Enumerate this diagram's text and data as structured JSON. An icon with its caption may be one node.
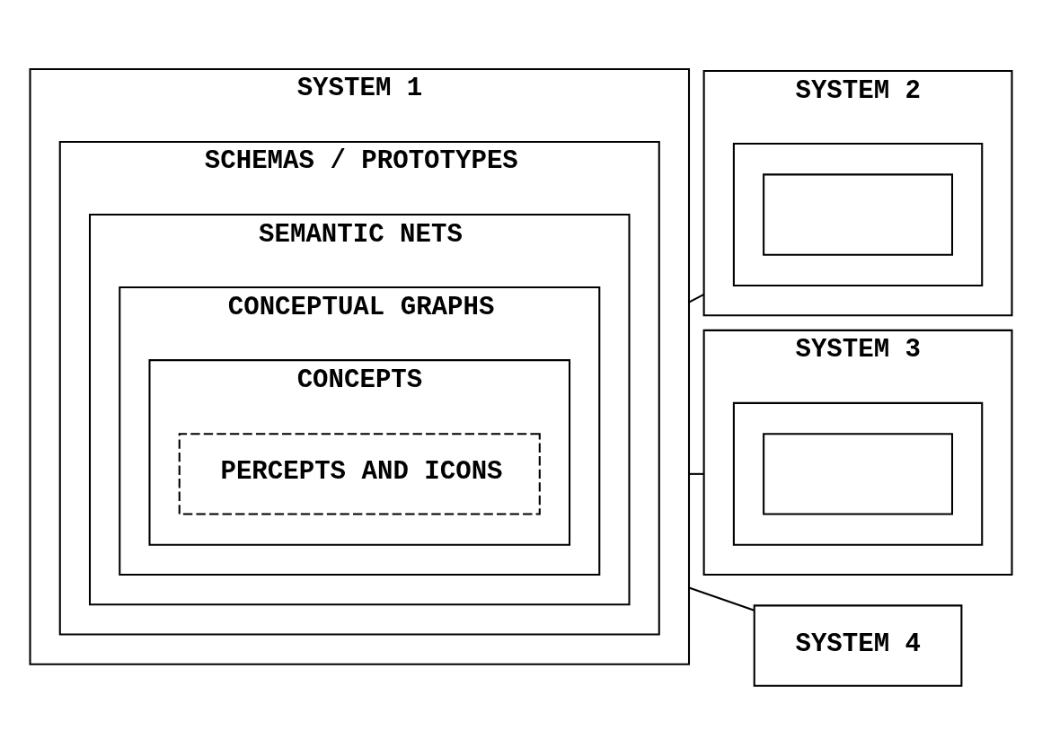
{
  "diagram": {
    "nodes": [
      {
        "text": [
          "SYSTEM 1"
        ]
      },
      {
        "text": [
          "SCHEMAS / PROTOTYPES"
        ],
        "in": 0
      },
      {
        "text": [
          "SEMANTIC NETS"
        ],
        "in": 1
      },
      {
        "text": [
          "CONCEPTUAL GRAPHS"
        ],
        "in": 2
      },
      {
        "text": [
          "CONCEPTS"
        ],
        "in": 3
      },
      {
        "text": [
          "PERCEPTS AND ICONS"
        ],
        "in": 4
      },
      {
        "text": [
          "SYSTEM 2"
        ]
      },
      {
        "text": [],
        "shape": "box",
        "in": 6
      },
      {
        "text": [],
        "shape": "box",
        "in": 7
      },
      {
        "text": [
          "SYSTEM 3"
        ]
      },
      {
        "text": [],
        "shape": "box",
        "in": 9
      },
      {
        "text": [],
        "shape": "box",
        "in": 10
      },
      {
        "text": [
          "SYSTEM 4"
        ]
      }
    ],
    "edges": [
      {
        "from": 0,
        "to": 6,
        "arrow": "none"
      },
      {
        "from": 0,
        "to": 9,
        "arrow": "none"
      },
      {
        "from": 0,
        "to": 12,
        "arrow": "none"
      }
    ]
  }
}
